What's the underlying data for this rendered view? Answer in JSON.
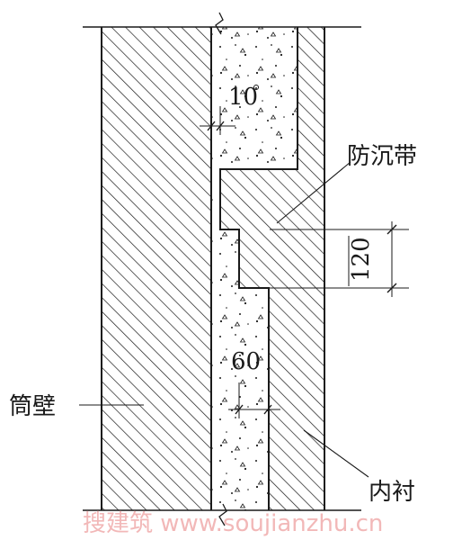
{
  "labels": {
    "joint_gap": "10",
    "anti_settlement_belt": "防沉带",
    "belt_height": "120",
    "lining_gap": "60",
    "shell_wall": "筒壁",
    "inner_lining": "内衬"
  },
  "watermark": "搜建筑 www.soujianzhu.cn",
  "colors": {
    "line": "#1a1a1a",
    "hatch": "#1a1a1a",
    "background": "#ffffff",
    "watermark": "#f2b8b8"
  }
}
